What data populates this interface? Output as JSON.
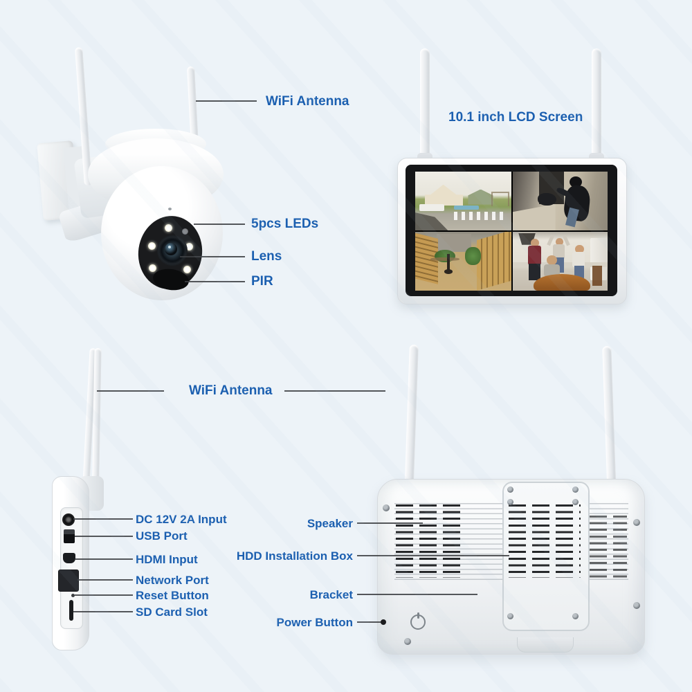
{
  "page": {
    "background": "#edf3f8",
    "label_color": "#1b5fb0",
    "line_color": "#3e4043"
  },
  "camera_view": {
    "wifi_antenna": "WiFi Antenna",
    "leds": "5pcs LEDs",
    "lens": "Lens",
    "pir": "PIR"
  },
  "monitor_view": {
    "screen": "10.1 inch LCD Screen",
    "feeds": [
      "backyard-camera-feed",
      "intruder-camera-feed",
      "garden-camera-feed",
      "kitchen-camera-feed"
    ]
  },
  "side_view": {
    "wifi_antenna": "WiFi Antenna",
    "ports": [
      "DC 12V 2A Input",
      "USB Port",
      "HDMI Input",
      "Network Port",
      "Reset Button",
      "SD Card Slot"
    ]
  },
  "back_view": {
    "speaker": "Speaker",
    "hdd": "HDD Installation Box",
    "bracket": "Bracket",
    "power": "Power Button"
  }
}
